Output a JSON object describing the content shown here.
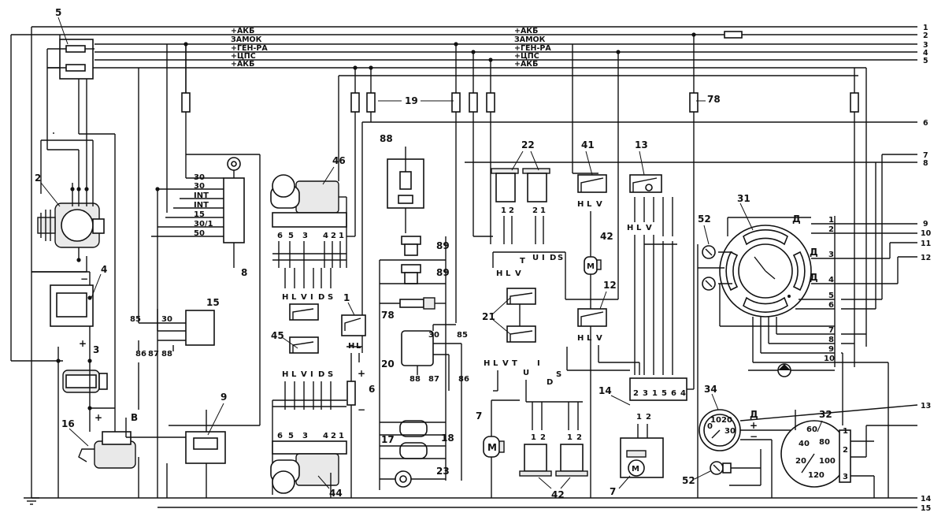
{
  "bus_labels_left": [
    "+АКБ",
    "ЗАМОК",
    "+ГЕН-РА",
    "+ЦПС",
    "+АКБ"
  ],
  "bus_labels_right": [
    "+АКБ",
    "ЗАМОК",
    "+ГЕН-РА",
    "+ЦПС",
    "+АКБ"
  ],
  "right_numbers": [
    "1",
    "2",
    "3",
    "4",
    "5",
    "6",
    "7",
    "8",
    "9",
    "10",
    "11",
    "12",
    "13",
    "14",
    "15"
  ],
  "component_numbers": {
    "c5": "5",
    "c2": "2",
    "c4": "4",
    "c3": "3",
    "c16": "16",
    "c8": "8",
    "c15": "15",
    "c9": "9",
    "c46": "46",
    "c45": "45",
    "c44": "44",
    "c1": "1",
    "c6": "6",
    "c19": "19",
    "c88": "88",
    "c89a": "89",
    "c89b": "89",
    "c78a": "78",
    "c78b": "78",
    "c20": "20",
    "c17": "17",
    "c18": "18",
    "c23": "23",
    "c22": "22",
    "c21": "21",
    "c7a": "7",
    "c7b": "7",
    "c42a": "42",
    "c42b": "42",
    "c41": "41",
    "c13": "13",
    "c12": "12",
    "c14": "14",
    "c31": "31",
    "c52a": "52",
    "c52b": "52",
    "c34": "34",
    "c32": "32"
  },
  "ignition_pins": [
    "30",
    "30",
    "INT",
    "INT",
    "15",
    "30/1",
    "50"
  ],
  "relay15_pins": [
    "85",
    "30",
    "86",
    "87",
    "88"
  ],
  "relay20_pins": [
    "30",
    "85",
    "88",
    "87",
    "86"
  ],
  "wiper_pins_top": [
    "6",
    "5",
    "3",
    "4",
    "2",
    "1"
  ],
  "wiper_pins_bottom": [
    "6",
    "5",
    "3",
    "4",
    "2",
    "1"
  ],
  "switch_pins": [
    "H",
    "L",
    "V",
    "I",
    "D",
    "S"
  ],
  "switch_pins_2": [
    "H",
    "L",
    "V",
    "I",
    "D",
    "S"
  ],
  "switch21_top": [
    "H",
    "L",
    "V",
    "T",
    "U",
    "I",
    "D",
    "S"
  ],
  "switch21_bottom": [
    "H",
    "L",
    "V",
    "T",
    "U",
    "I",
    "D",
    "S"
  ],
  "sw41_pins": [
    "H",
    "L",
    "V"
  ],
  "sw13_pins": [
    "H",
    "L",
    "V"
  ],
  "sw12_pins": [
    "H",
    "L",
    "V"
  ],
  "sw1_pins": [
    "H",
    "L"
  ],
  "conn14_pins": [
    "2",
    "3",
    "1",
    "5",
    "6",
    "4"
  ],
  "conn14_bottom": [
    "1",
    "2"
  ],
  "cluster31_pins": [
    "1",
    "2",
    "3",
    "4",
    "5",
    "6",
    "7",
    "8",
    "9",
    "10"
  ],
  "cluster31_letters": [
    "Д",
    "Д",
    "Д"
  ],
  "motor_pins_22": [
    "1",
    "2",
    "2",
    "1"
  ],
  "motor_pins_42": [
    "1",
    "2",
    "1",
    "2"
  ],
  "conn32_pins": [
    "1",
    "2",
    "3"
  ],
  "gauge34": {
    "ticks": [
      "0",
      "10",
      "20",
      "30"
    ],
    "pins": [
      "Д",
      "+",
      "−"
    ]
  },
  "speedo32": {
    "ticks": [
      "20",
      "40",
      "60",
      "80",
      "100",
      "120"
    ]
  },
  "misc_letters": {
    "b": "B",
    "d": "D",
    "sign_plus": "+",
    "sign_minus": "−",
    "sign_plus2": "+",
    "sign_minus2": "−",
    "sign_plus3": "+",
    "sign_plus4": "+",
    "sign_minus4": "−"
  }
}
